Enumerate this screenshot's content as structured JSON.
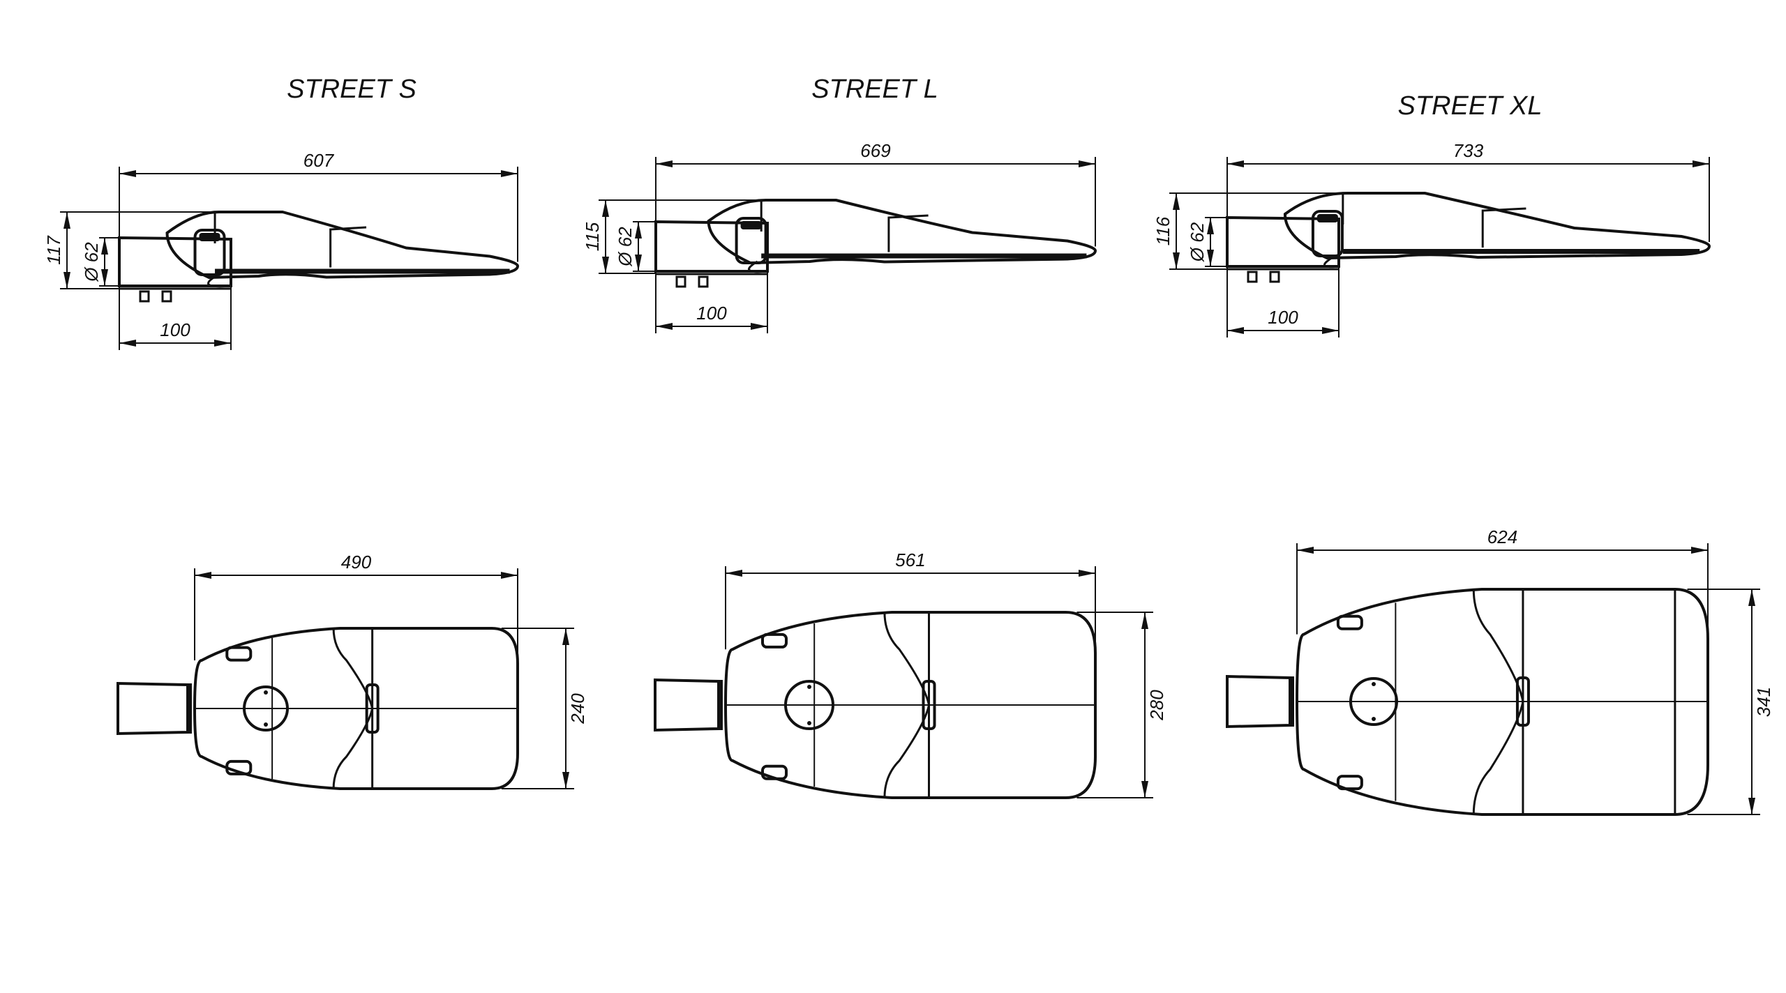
{
  "drawings": [
    {
      "title": "STREET S",
      "side": {
        "length": "607",
        "height": "117",
        "diameter": "Ø 62",
        "mount": "100"
      },
      "top": {
        "length": "490",
        "width": "240"
      }
    },
    {
      "title": "STREET L",
      "side": {
        "length": "669",
        "height": "115",
        "diameter": "Ø 62",
        "mount": "100"
      },
      "top": {
        "length": "561",
        "width": "280"
      }
    },
    {
      "title": "STREET XL",
      "side": {
        "length": "733",
        "height": "116",
        "diameter": "Ø 62",
        "mount": "100"
      },
      "top": {
        "length": "624",
        "width": "341"
      }
    }
  ],
  "colors": {
    "line": "#111111",
    "background": "#ffffff"
  }
}
